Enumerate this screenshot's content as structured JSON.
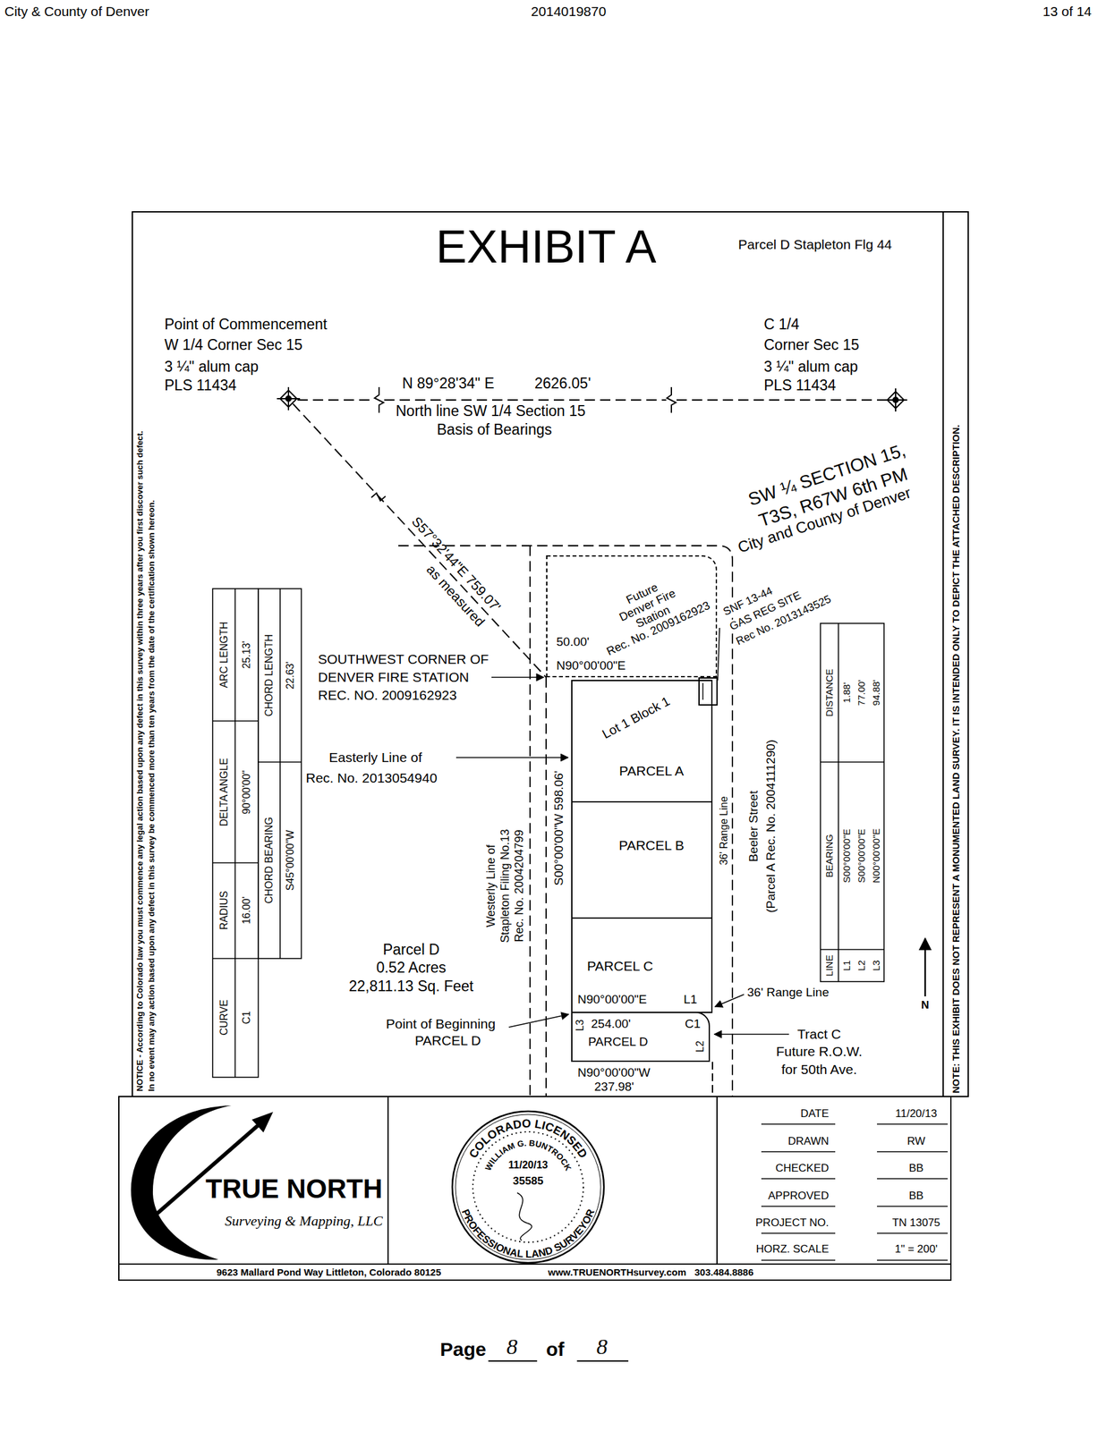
{
  "diagram": {
    "title": "EXHIBIT A",
    "nodes": [
      {
        "text": [
          "Future Denver Fire Station",
          "Rec. No. 2009162923"
        ]
      },
      {
        "text": [
          "PARCEL A"
        ]
      },
      {
        "text": [
          "PARCEL B"
        ]
      },
      {
        "text": [
          "PARCEL C"
        ]
      },
      {
        "text": [
          "PARCEL D"
        ]
      }
    ],
    "labels": [
      "City & County of Denver",
      "2014019870",
      "13 of 14",
      "Parcel D Stapleton Flg 44",
      "NOTICE - According to Colorado law you must commence any legal action based upon any defect in this survey within three years after you first discover such defect.",
      "In no event may any action based upon any defect in this survey be commenced more than ten years from the date of the certification shown hereon.",
      "NOTE: THIS EXHIBIT DOES NOT REPRESENT A MONUMENTED LAND SURVEY. IT IS INTENDED ONLY TO DEPICT THE ATTACHED DESCRIPTION.",
      "Point of Commencement",
      "W 1/4 Corner Sec 15",
      "3 ¼\" alum cap",
      "PLS 11434",
      "C 1/4",
      "Corner Sec 15",
      "3 ¼\" alum cap",
      "PLS 11434",
      "N 89°28'34\" E",
      "2626.05'",
      "North line SW 1/4 Section 15",
      "Basis of Bearings",
      "SW ¼ SECTION 15,",
      "T3S, R67W 6th PM",
      "City and County of Denver",
      "S57°32'44\"E 759.07'",
      "as measured",
      "50.00'",
      "N90°00'00\"E",
      "SOUTHWEST CORNER OF",
      "DENVER FIRE STATION",
      "REC. NO. 2009162923",
      "Lot 1 Block 1",
      "Easterly Line of",
      "Rec. No. 2013054940",
      "S00°00'00\"W 598.06'",
      "Westerly Line of",
      "Stapleton Filing No.13",
      "Rec. No. 2004204799",
      "36' Range Line",
      "Beeler Street",
      "(Parcel A Rec. No. 2004111290)",
      "SNF 13-44",
      "GAS REG SITE",
      "Rec No. 2013143525",
      "Parcel D",
      "0.52 Acres",
      "22,811.13 Sq. Feet",
      "N90°00'00\"E",
      "L1",
      "254.00'",
      "L3",
      "C1",
      "L2",
      "N90°00'00\"W",
      "237.98'",
      "Point of Beginning",
      "PARCEL D",
      "36' Range Line",
      "Tract C",
      "Future R.O.W.",
      "for 50th Ave.",
      "N",
      "CURVE",
      "RADIUS",
      "DELTA ANGLE",
      "ARC LENGTH",
      "C1",
      "16.00'",
      "90°00'00\"",
      "25.13'",
      "CHORD BEARING",
      "CHORD LENGTH",
      "S45°00'00\"W",
      "22.63'",
      "LINE",
      "BEARING",
      "DISTANCE",
      "L1",
      "S00°00'00\"E",
      "1.88'",
      "L2",
      "S00°00'00\"E",
      "77.00'",
      "L3",
      "N00°00'00\"E",
      "94.88'",
      "TRUE NORTH",
      "Surveying & Mapping, LLC",
      "COLORADO LICENSED",
      "WILLIAM G. BUNTROCK",
      "11/20/13",
      "35585",
      "PROFESSIONAL LAND SURVEYOR",
      "DATE",
      "11/20/13",
      "DRAWN",
      "RW",
      "CHECKED",
      "BB",
      "APPROVED",
      "BB",
      "PROJECT NO.",
      "TN 13075",
      "HORZ. SCALE",
      "1\" = 200'",
      "9623 Mallard Pond Way Littleton, Colorado 80125",
      "www.TRUENORTHsurvey.com",
      "303.484.8886",
      "Page",
      "8",
      "of",
      "8"
    ]
  }
}
